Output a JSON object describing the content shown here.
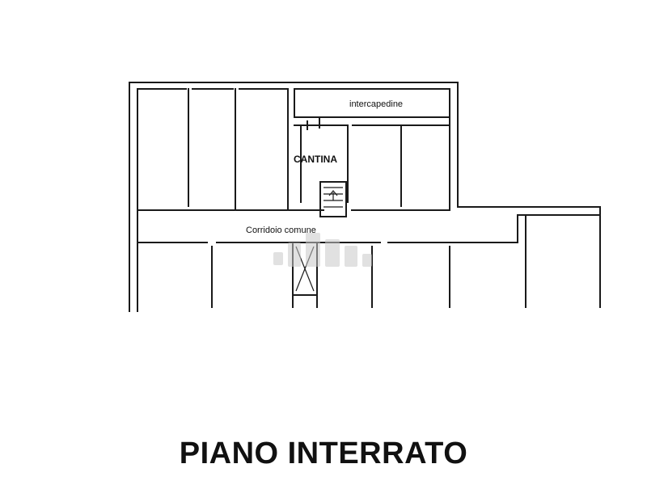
{
  "plan": {
    "labels": {
      "intercapedine": "intercapedine",
      "cantina": "CANTINA",
      "corridoio": "Corridoio comune"
    }
  },
  "caption": "PIANO INTERRATO"
}
